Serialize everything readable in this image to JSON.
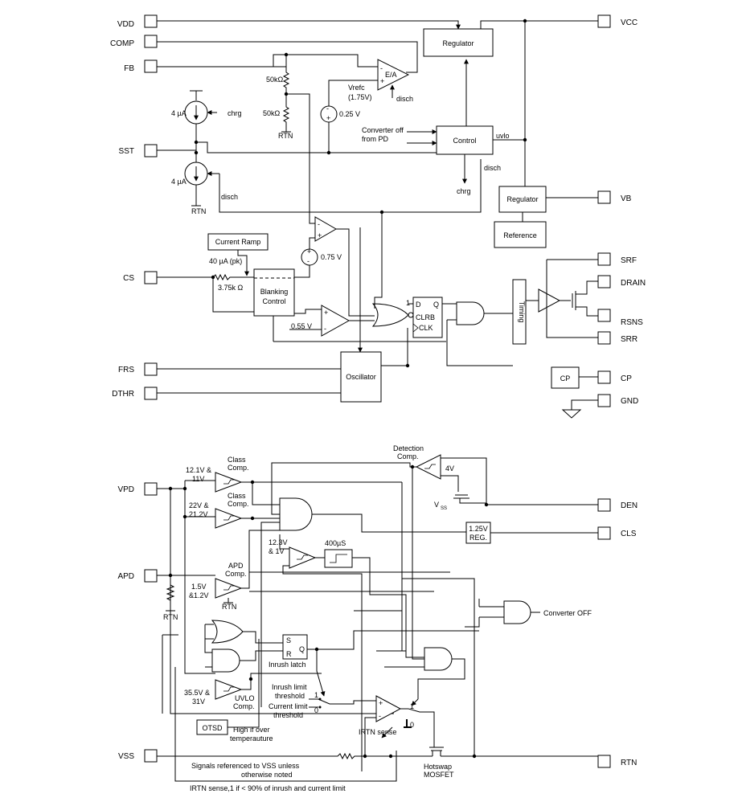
{
  "top": {
    "pins_left": [
      {
        "id": "vdd",
        "label": "VDD"
      },
      {
        "id": "comp",
        "label": "COMP"
      },
      {
        "id": "fb",
        "label": "FB"
      },
      {
        "id": "sst",
        "label": "SST"
      },
      {
        "id": "cs",
        "label": "CS"
      },
      {
        "id": "frs",
        "label": "FRS"
      },
      {
        "id": "dthr",
        "label": "DTHR"
      }
    ],
    "pins_right": [
      {
        "id": "vcc",
        "label": "VCC"
      },
      {
        "id": "vb",
        "label": "VB"
      },
      {
        "id": "srf",
        "label": "SRF"
      },
      {
        "id": "drain",
        "label": "DRAIN"
      },
      {
        "id": "rsns",
        "label": "RSNS"
      },
      {
        "id": "srr",
        "label": "SRR"
      },
      {
        "id": "cp",
        "label": "CP"
      },
      {
        "id": "gnd",
        "label": "GND"
      }
    ],
    "blocks": {
      "regulator1": "Regulator",
      "control": "Control",
      "regulator2": "Regulator",
      "reference": "Reference",
      "current_ramp": "Current Ramp",
      "blanking_1": "Blanking",
      "blanking_2": "Control",
      "oscillator": "Oscillator",
      "cp_block": "CP",
      "timing": "Timing"
    },
    "labels": {
      "ea": "E/A",
      "vrefc_1": "Vrefc",
      "vrefc_2": "(1.75V)",
      "disch_ea": "disch",
      "r50k_top": "50kΩ",
      "r50k_bot": "50kΩ",
      "rtn_fb": "RTN",
      "v025": "0.25 V",
      "i4ua_top": "4 µA",
      "chrg_top": "chrg",
      "i4ua_bot": "4 µA",
      "disch_sst": "disch",
      "rtn_sst": "RTN",
      "conv_off_1": "Converter off",
      "conv_off_2": "from PD",
      "uvlo": "uvlo",
      "disch_ctrl": "disch",
      "chrg_ctrl": "chrg",
      "ramp_pk": "40 µA (pk)",
      "r375k": "3.75k Ω",
      "v075": "0.75 V",
      "v055": "0.55 V",
      "ff_d": "D",
      "ff_q": "Q",
      "ff_clrb": "CLRB",
      "ff_clk": "CLK",
      "ff_1": "1"
    }
  },
  "bottom": {
    "pins_left": [
      {
        "id": "vpd",
        "label": "VPD"
      },
      {
        "id": "apd",
        "label": "APD"
      },
      {
        "id": "vss",
        "label": "VSS"
      }
    ],
    "pins_right": [
      {
        "id": "den",
        "label": "DEN"
      },
      {
        "id": "cls",
        "label": "CLS"
      },
      {
        "id": "rtn",
        "label": "RTN"
      }
    ],
    "labels": {
      "detect_1": "Detection",
      "detect_2": "Comp.",
      "v4": "4V",
      "vss_sub": "V",
      "vss_sub2": "SS",
      "class1_1": "Class",
      "class1_2": "Comp.",
      "class1_v1": "12.1V &",
      "class1_v2": "11V",
      "class2_1": "Class",
      "class2_2": "Comp.",
      "class2_v1": "22V &",
      "class2_v2": "21.2V",
      "reg125_1": "1.25V",
      "reg125_2": "REG.",
      "hys_v1": "12.3V",
      "hys_v2": "& 1V",
      "t400": "400µS",
      "apd_1": "APD",
      "apd_2": "Comp.",
      "apd_v1": "1.5V",
      "apd_v2": "&1.2V",
      "rtn_apd": "RTN",
      "rtn_cmp": "RTN",
      "converter_off": "Converter OFF",
      "latch_s": "S",
      "latch_r": "R",
      "latch_q": "Q",
      "inrush_latch": "Inrush latch",
      "inrush_lim_1": "Inrush limit",
      "inrush_lim_2": "threshold",
      "curr_lim_1": "Current limit",
      "curr_lim_2": "threshold",
      "sw_1": "1",
      "sw_0": "0",
      "sw2_1": "1",
      "sw2_0": "0",
      "uvlo_v1": "35.5V &",
      "uvlo_v2": "31V",
      "uvlo_1": "UVLO",
      "uvlo_2": "Comp.",
      "otsd": "OTSD",
      "high_1": "High if over",
      "high_2": "temperauture",
      "irtn_sense": "IRTN sense",
      "hotswap_1": "Hotswap",
      "hotswap_2": "MOSFET",
      "signals_1": "Signals referenced to VSS unless",
      "signals_2": "otherwise noted",
      "irtn_note": "IRTN sense,1 if < 90% of inrush and current limit"
    }
  }
}
